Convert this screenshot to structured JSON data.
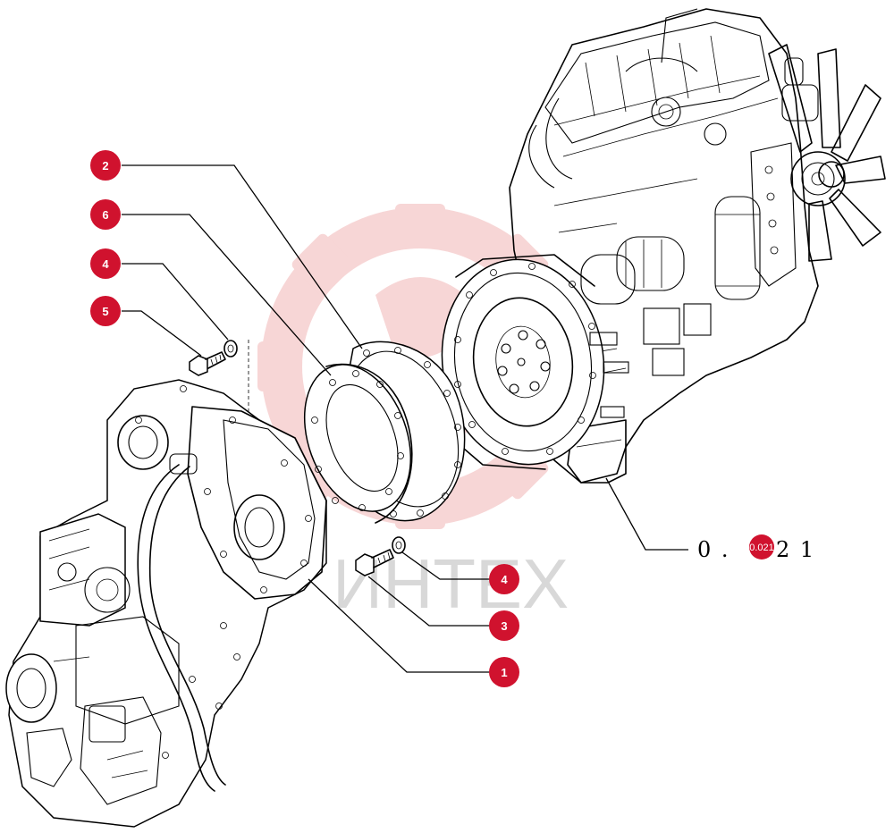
{
  "watermark": {
    "text": "ИНТЕХ",
    "gear_color": "#f6cfcf",
    "text_color": "#d8d8d8"
  },
  "callouts": {
    "color": "#d0122e",
    "items": [
      {
        "id": "c2",
        "label": "2"
      },
      {
        "id": "c6",
        "label": "6"
      },
      {
        "id": "c4a",
        "label": "4"
      },
      {
        "id": "c5",
        "label": "5"
      },
      {
        "id": "c4b",
        "label": "4"
      },
      {
        "id": "c3",
        "label": "3"
      },
      {
        "id": "c1",
        "label": "1"
      }
    ]
  },
  "reference": {
    "prefix": "0 .",
    "badge": "0.021",
    "suffix": "2 1"
  }
}
